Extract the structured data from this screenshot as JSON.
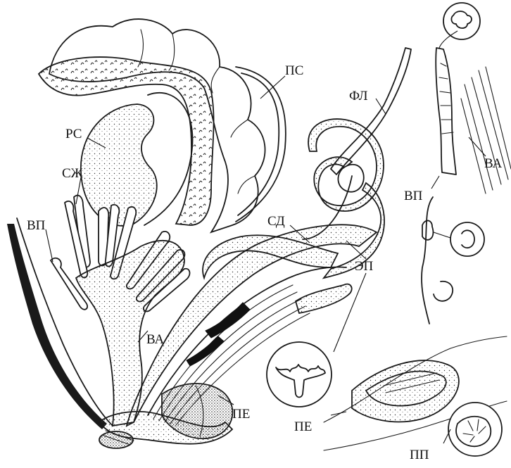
{
  "labels": {
    "ps": "ПС",
    "fl": "ФЛ",
    "rs": "РС",
    "szh": "СЖ",
    "vp_left": "ВП",
    "sd": "СД",
    "ep": "ЭП",
    "va_center": "ВА",
    "va_right": "ВА",
    "vp_right": "ВП",
    "pe_center": "ПЕ",
    "pe_bottom": "ПЕ",
    "pp": "ПП"
  },
  "colors": {
    "ink": "#1a1a1a",
    "background": "#ffffff"
  }
}
